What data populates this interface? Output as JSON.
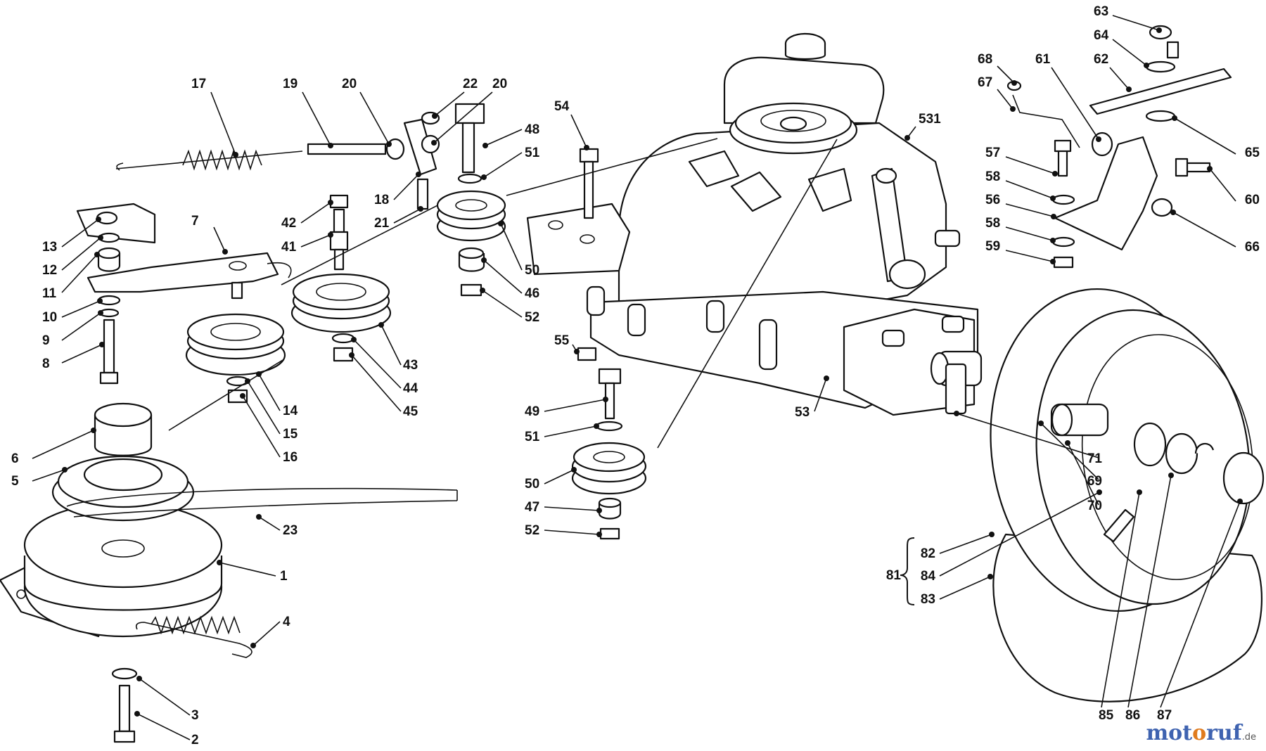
{
  "diagram": {
    "callouts": [
      {
        "id": "c1",
        "text": "1"
      },
      {
        "id": "c2",
        "text": "2"
      },
      {
        "id": "c3",
        "text": "3"
      },
      {
        "id": "c4",
        "text": "4"
      },
      {
        "id": "c5",
        "text": "5"
      },
      {
        "id": "c6",
        "text": "6"
      },
      {
        "id": "c7",
        "text": "7"
      },
      {
        "id": "c8",
        "text": "8"
      },
      {
        "id": "c9",
        "text": "9"
      },
      {
        "id": "c10",
        "text": "10"
      },
      {
        "id": "c11",
        "text": "11"
      },
      {
        "id": "c12",
        "text": "12"
      },
      {
        "id": "c13",
        "text": "13"
      },
      {
        "id": "c14",
        "text": "14"
      },
      {
        "id": "c15",
        "text": "15"
      },
      {
        "id": "c16",
        "text": "16"
      },
      {
        "id": "c17",
        "text": "17"
      },
      {
        "id": "c18",
        "text": "18"
      },
      {
        "id": "c19",
        "text": "19"
      },
      {
        "id": "c20a",
        "text": "20"
      },
      {
        "id": "c20b",
        "text": "20"
      },
      {
        "id": "c21",
        "text": "21"
      },
      {
        "id": "c22",
        "text": "22"
      },
      {
        "id": "c23",
        "text": "23"
      },
      {
        "id": "c41",
        "text": "41"
      },
      {
        "id": "c42",
        "text": "42"
      },
      {
        "id": "c43",
        "text": "43"
      },
      {
        "id": "c44",
        "text": "44"
      },
      {
        "id": "c45",
        "text": "45"
      },
      {
        "id": "c46",
        "text": "46"
      },
      {
        "id": "c47",
        "text": "47"
      },
      {
        "id": "c48",
        "text": "48"
      },
      {
        "id": "c49",
        "text": "49"
      },
      {
        "id": "c50a",
        "text": "50"
      },
      {
        "id": "c50b",
        "text": "50"
      },
      {
        "id": "c51a",
        "text": "51"
      },
      {
        "id": "c51b",
        "text": "51"
      },
      {
        "id": "c52a",
        "text": "52"
      },
      {
        "id": "c52b",
        "text": "52"
      },
      {
        "id": "c53",
        "text": "53"
      },
      {
        "id": "c54",
        "text": "54"
      },
      {
        "id": "c55",
        "text": "55"
      },
      {
        "id": "c531",
        "text": "531"
      },
      {
        "id": "c56",
        "text": "56"
      },
      {
        "id": "c57",
        "text": "57"
      },
      {
        "id": "c58a",
        "text": "58"
      },
      {
        "id": "c58b",
        "text": "58"
      },
      {
        "id": "c59",
        "text": "59"
      },
      {
        "id": "c60",
        "text": "60"
      },
      {
        "id": "c61",
        "text": "61"
      },
      {
        "id": "c62",
        "text": "62"
      },
      {
        "id": "c63",
        "text": "63"
      },
      {
        "id": "c64",
        "text": "64"
      },
      {
        "id": "c65",
        "text": "65"
      },
      {
        "id": "c66",
        "text": "66"
      },
      {
        "id": "c67",
        "text": "67"
      },
      {
        "id": "c68",
        "text": "68"
      },
      {
        "id": "c69",
        "text": "69"
      },
      {
        "id": "c70",
        "text": "70"
      },
      {
        "id": "c71",
        "text": "71"
      },
      {
        "id": "c81",
        "text": "81"
      },
      {
        "id": "c82",
        "text": "82"
      },
      {
        "id": "c83",
        "text": "83"
      },
      {
        "id": "c84",
        "text": "84"
      },
      {
        "id": "c85",
        "text": "85"
      },
      {
        "id": "c86",
        "text": "86"
      },
      {
        "id": "c87",
        "text": "87"
      }
    ]
  },
  "watermark": {
    "part_a": "mot",
    "part_b": "o",
    "part_c": "ruf",
    "tld": ".de"
  },
  "colors": {
    "line": "#111111",
    "background": "#ffffff",
    "watermark_blue": "#3f63b0",
    "watermark_orange": "#e07b1e"
  }
}
